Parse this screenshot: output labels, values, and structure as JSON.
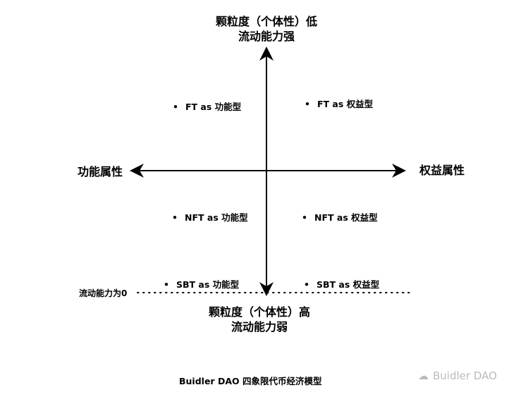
{
  "top_label": {
    "line1": "颗粒度（个体性）低",
    "line2": "流动能力强"
  },
  "bottom_label": {
    "line1": "颗粒度（个体性）高",
    "line2": "流动能力弱"
  },
  "left_label": "功能属性",
  "right_label": "权益属性",
  "zero_line_label": "流动能力为0",
  "quadrant_items": {
    "ft_functional": "FT as 功能型",
    "ft_equity": "FT as 权益型",
    "nft_functional": "NFT as 功能型",
    "nft_equity": "NFT as 权益型",
    "sbt_functional": "SBT as 功能型",
    "sbt_equity": "SBT as 权益型"
  },
  "caption": "Buidler DAO 四象限代币经济模型",
  "watermark": "Buidler DAO"
}
